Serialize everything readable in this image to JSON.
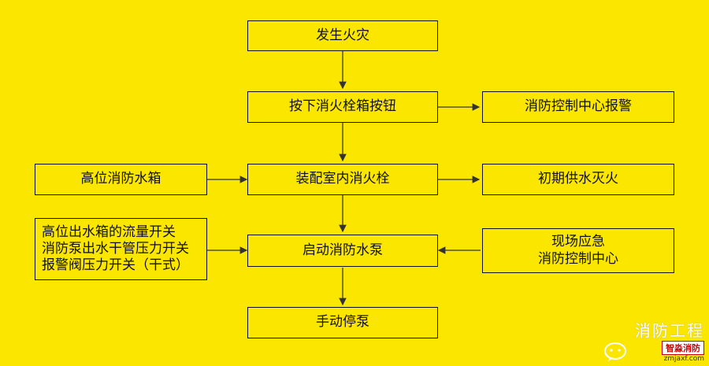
{
  "nodes": {
    "fire": "发生火灾",
    "press_button": "按下消火栓箱按钮",
    "control_alarm": "消防控制中心报警",
    "high_tank": "高位消防水箱",
    "indoor_hydrant": "装配室内消火栓",
    "initial_supply": "初期供水灭火",
    "switches": [
      "高位出水箱的流量开关",
      "消防泵出水干管压力开关",
      "报警阀压力开关（干式）"
    ],
    "start_pump": "启动消防水泵",
    "onsite": [
      "现场应急",
      "消防控制中心"
    ],
    "stop_pump": "手动停泵"
  },
  "watermark": {
    "title": "消防工程",
    "logo": "智淼消防",
    "url": "zmjaxf.com"
  },
  "colors": {
    "background": "#fbe600",
    "line": "#333333"
  }
}
